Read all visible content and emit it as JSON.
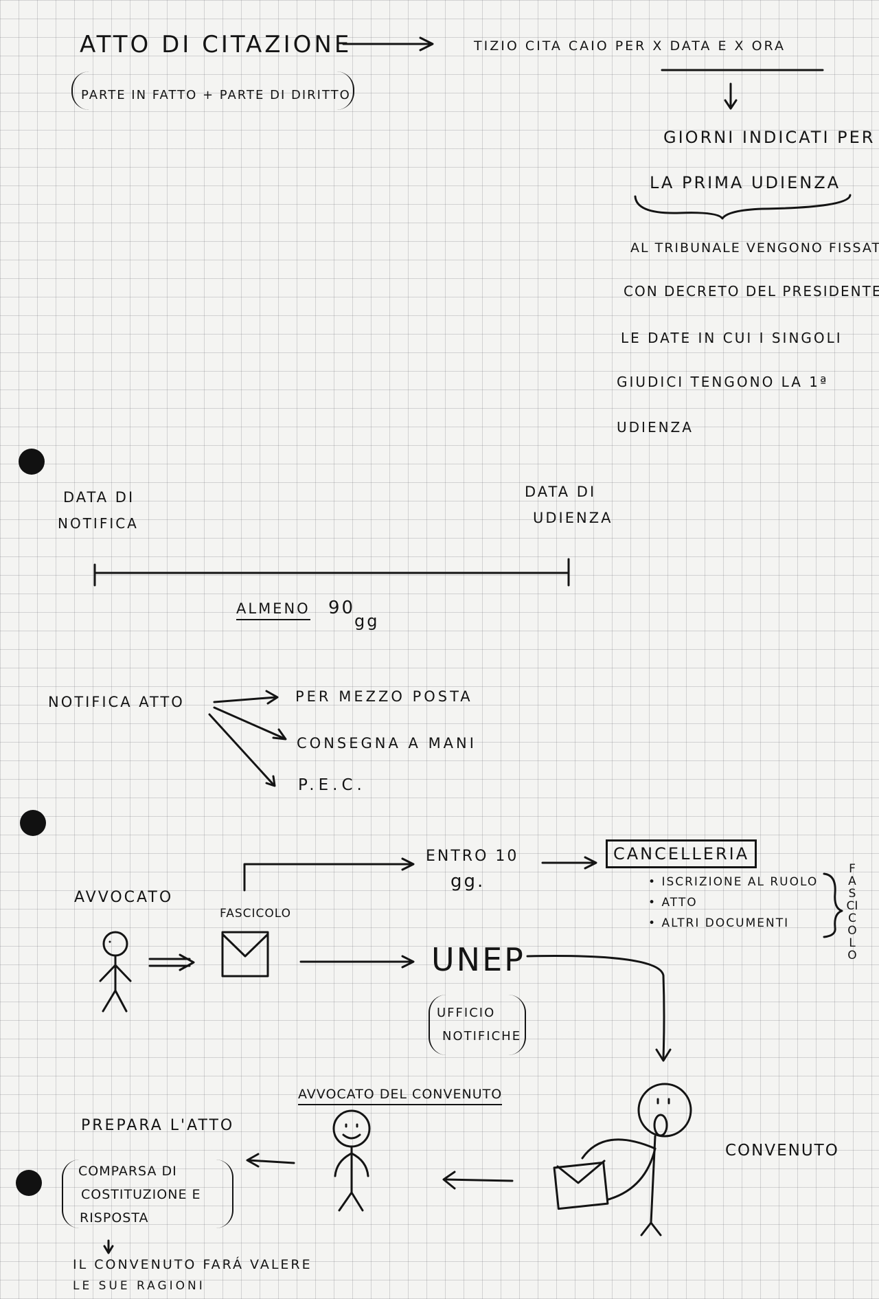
{
  "header": {
    "title": "ATTO DI CITAZIONE",
    "subtitle": "PARTE IN FATTO + PARTE DI DIRITTO",
    "summons": "TIZIO CITA CAIO PER x DATA E x ORA",
    "days_line1": "GIORNI INDICATI PER",
    "days_line2": "LA PRIMA UDIENZA",
    "tribunal_lines": [
      "AL TRIBUNALE VENGONO FISSATI",
      "CON DECRETO DEL PRESIDENTE",
      "LE DATE IN CUI I SINGOLI",
      "GIUDICI TENGONO LA 1ª",
      "UDIENZA"
    ]
  },
  "timeline": {
    "left_line1": "DATA DI",
    "left_line2": "NOTIFICA",
    "right_line1": "DATA DI",
    "right_line2": "UDIENZA",
    "min_label": "ALMENO",
    "min_value": "90",
    "min_unit": "gg"
  },
  "notifica": {
    "label": "NOTIFICA ATTO",
    "methods": [
      "PER MEZZO POSTA",
      "CONSEGNA A MANI",
      "P.E.C."
    ]
  },
  "process": {
    "avvocato": "AVVOCATO",
    "fascicolo": "FASCICOLO",
    "entro_label": "ENTRO 10",
    "entro_unit": "gg.",
    "cancelleria": "CANCELLERIA",
    "cancelleria_items": [
      "ISCRIZIONE AL RUOLO",
      "ATTO",
      "ALTRI DOCUMENTI"
    ],
    "fascicolo_vertical": "FASCICOLO",
    "unep": "UNEP",
    "unep_line1": "UFFICIO",
    "unep_line2": "NOTIFICHE",
    "avvocato_convenuto": "AVVOCATO DEL CONVENUTO",
    "convenuto": "CONVENUTO",
    "prepara": "PREPARA L'ATTO",
    "comparsa_lines": [
      "COMPARSA DI",
      "COSTITUZIONE E",
      "RISPOSTA"
    ],
    "conclusion_line1": "IL CONVENUTO FARÁ VALERE",
    "conclusion_line2": "LE SUE RAGIONI"
  }
}
